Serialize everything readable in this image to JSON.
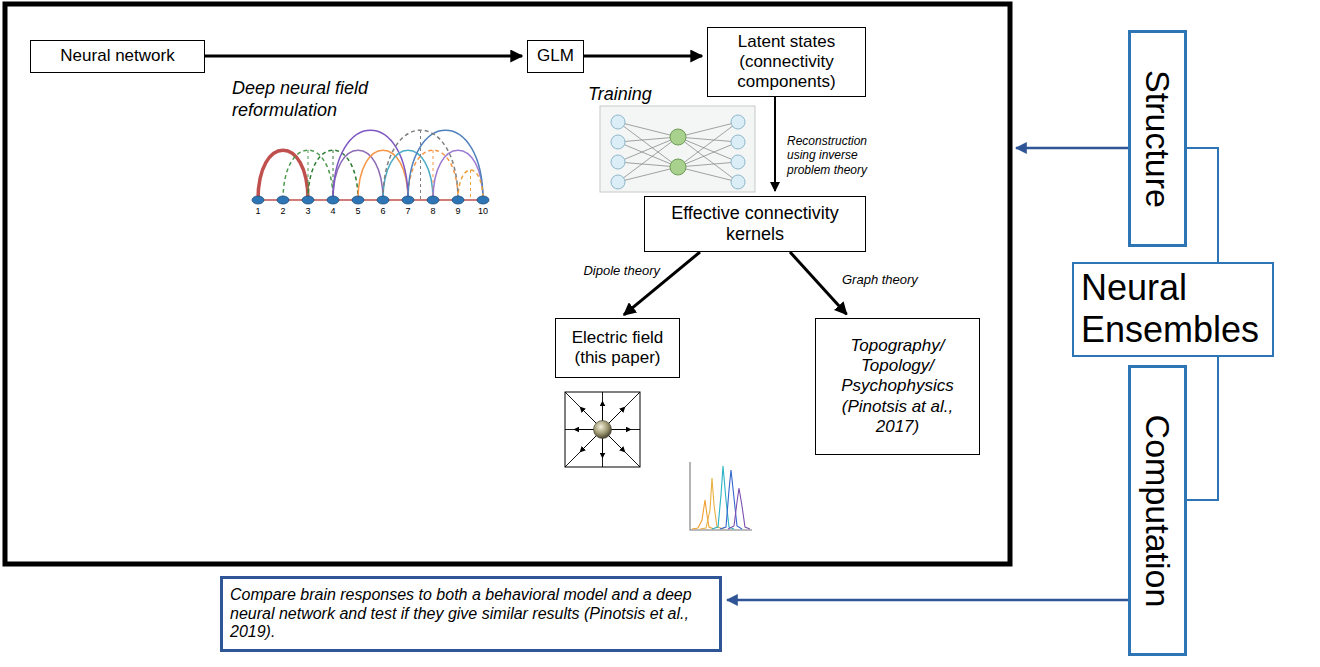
{
  "diagram": {
    "nodes": [
      {
        "text": [
          "Neural network"
        ]
      },
      {
        "text": [
          "GLM"
        ]
      },
      {
        "text": [
          "Latent states (connectivity components)"
        ]
      },
      {
        "text": [
          "Effective connectivity kernels"
        ]
      },
      {
        "text": [
          "Electric field (this paper)"
        ]
      },
      {
        "text": [
          "Topography/ Topology/ Psychophysics (Pinotsis at al., 2017)"
        ]
      },
      {
        "text": [
          "Structure"
        ]
      },
      {
        "text": [
          "Neural Ensembles"
        ]
      },
      {
        "text": [
          "Computation"
        ]
      },
      {
        "text": [
          "Compare brain responses to both a behavioral model and a deep neural network and test if they give similar results (Pinotsis et al., 2019)."
        ]
      }
    ],
    "edges": [
      {
        "from": 0,
        "to": 1,
        "arrow": "to",
        "label": "Deep neural field reformulation"
      },
      {
        "from": 1,
        "to": 2,
        "arrow": "to",
        "label": "Training"
      },
      {
        "from": 2,
        "to": 3,
        "arrow": "to",
        "label": "Reconstruction using inverse problem theory"
      },
      {
        "from": 3,
        "to": 4,
        "arrow": "to",
        "label": "Dipole theory"
      },
      {
        "from": 3,
        "to": 5,
        "arrow": "to",
        "label": "Graph theory"
      },
      {
        "from": 6,
        "to": 7,
        "arrow": "none"
      },
      {
        "from": 8,
        "to": 7,
        "arrow": "none"
      },
      {
        "from": 8,
        "to": 9,
        "arrow": "to"
      }
    ],
    "labels": [
      "1",
      "2",
      "3",
      "4",
      "5",
      "6",
      "7",
      "8",
      "9",
      "10"
    ]
  }
}
